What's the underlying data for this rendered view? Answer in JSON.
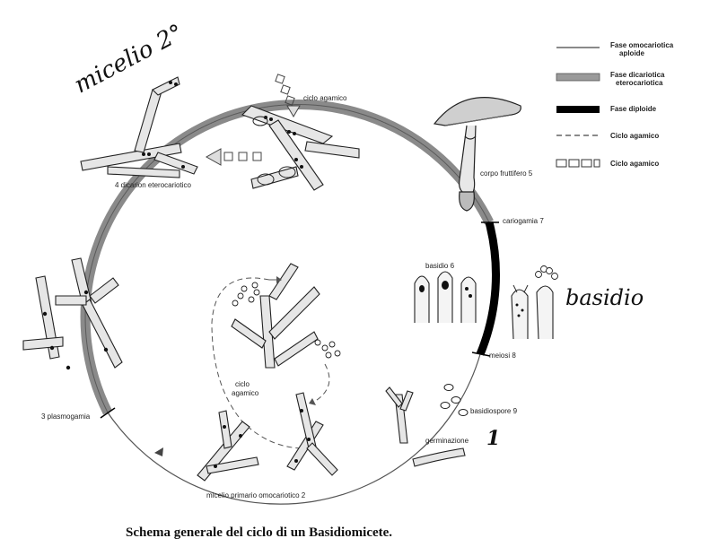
{
  "legend": {
    "items": [
      {
        "line1": "Fase omocariotica",
        "line2": "aploide"
      },
      {
        "line1": "Fase dicariotica",
        "line2": "eterocariotica"
      },
      {
        "line1": "Fase diploide",
        "line2": ""
      },
      {
        "line1": "Ciclo agamico",
        "line2": ""
      },
      {
        "line1": "Ciclo agamico",
        "line2": ""
      }
    ]
  },
  "labels": {
    "ciclo_agamico_top": "ciclo agamico",
    "dicarion": "4 dicarion eterocariotico",
    "corpo_fruttifero": "corpo fruttifero 5",
    "cariogamia": "cariogamia 7",
    "basidio": "basidio 6",
    "meiosi": "meiosi 8",
    "basidiospore": "basidiospore 9",
    "germinazione": "germinazione",
    "micelio_primario": "micelio primario omocariotico 2",
    "plasmogamia": "3 plasmogamia",
    "ciclo_center_1": "ciclo",
    "ciclo_center_2": "agamico"
  },
  "handwriting": {
    "micelio_2": "micelio 2°",
    "basidio": "basidio",
    "number_1": "1"
  },
  "caption": "Schema generale del ciclo di un Basidiomicete.",
  "colors": {
    "dikaryotic_band": "#8a8a8a",
    "diploid_band": "#000000",
    "haploid_line": "#555555",
    "hypha_fill": "#e6e6e6",
    "outline": "#222222"
  }
}
